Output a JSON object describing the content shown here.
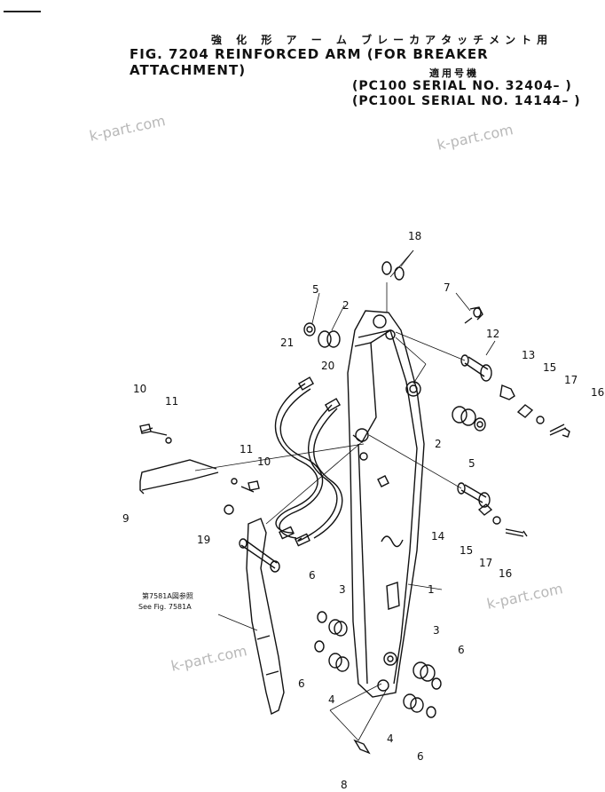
{
  "header": {
    "title_jp": "強 化 形 ア ー ム  ブレーカアタッチメント用",
    "title": "FIG. 7204  REINFORCED ARM (FOR BREAKER ATTACHMENT)",
    "applicable_jp": "適用号機",
    "serial_1": "(PC100   SERIAL  NO. 32404– )",
    "serial_2": "(PC100L  SERIAL  NO. 14144– )"
  },
  "watermarks": [
    "k-part.com",
    "k-part.com",
    "k-part.com",
    "k-part.com"
  ],
  "callouts": {
    "c1": "1",
    "c2a": "2",
    "c2b": "2",
    "c3a": "3",
    "c3b": "3",
    "c4a": "4",
    "c4b": "4",
    "c5a": "5",
    "c5b": "5",
    "c6a": "6",
    "c6b": "6",
    "c6c": "6",
    "c6d": "6",
    "c7": "7",
    "c8": "8",
    "c9": "9",
    "c10a": "10",
    "c10b": "10",
    "c11a": "11",
    "c11b": "11",
    "c12": "12",
    "c13": "13",
    "c14": "14",
    "c15a": "15",
    "c15b": "15",
    "c16a": "16",
    "c16b": "16",
    "c17a": "17",
    "c17b": "17",
    "c18": "18",
    "c19": "19",
    "c20": "20",
    "c21": "21"
  },
  "reference_note": {
    "jp": "第7581A図参照",
    "en": "See Fig. 7581A"
  }
}
